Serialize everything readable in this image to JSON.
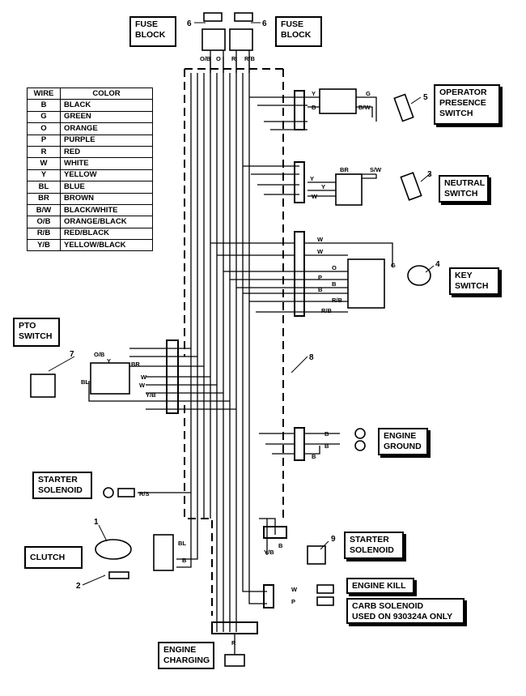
{
  "legend": {
    "headers": [
      "WIRE",
      "COLOR"
    ],
    "rows": [
      [
        "B",
        "BLACK"
      ],
      [
        "G",
        "GREEN"
      ],
      [
        "O",
        "ORANGE"
      ],
      [
        "P",
        "PURPLE"
      ],
      [
        "R",
        "RED"
      ],
      [
        "W",
        "WHITE"
      ],
      [
        "Y",
        "YELLOW"
      ],
      [
        "BL",
        "BLUE"
      ],
      [
        "BR",
        "BROWN"
      ],
      [
        "B/W",
        "BLACK/WHITE"
      ],
      [
        "O/B",
        "ORANGE/BLACK"
      ],
      [
        "R/B",
        "RED/BLACK"
      ],
      [
        "Y/B",
        "YELLOW/BLACK"
      ]
    ]
  },
  "components": {
    "fuse_block_left": "FUSE\nBLOCK",
    "fuse_block_right": "FUSE\nBLOCK",
    "operator_presence_switch": "OPERATOR\nPRESENCE\nSWITCH",
    "neutral_switch": "NEUTRAL\nSWITCH",
    "key_switch": "KEY\nSWITCH",
    "pto_switch": "PTO\nSWITCH",
    "engine_ground": "ENGINE\nGROUND",
    "starter_solenoid_left": "STARTER\nSOLENOID",
    "starter_solenoid_right": "STARTER\nSOLENOID",
    "clutch": "CLUTCH",
    "engine_kill": "ENGINE KILL",
    "carb_solenoid": "CARB SOLENOID\nUSED ON 930324A ONLY",
    "engine_charging": "ENGINE\nCHARGING"
  },
  "callouts": {
    "n1": "1",
    "n2": "2",
    "n3": "3",
    "n4": "4",
    "n5": "5",
    "n6a": "6",
    "n6b": "6",
    "n7": "7",
    "n8": "8",
    "n9": "9"
  },
  "wire_labels": {
    "fuse_ob": "O/B",
    "fuse_o": "O",
    "fuse_r": "R",
    "fuse_rb": "R/B",
    "ops_y": "Y",
    "ops_b": "B",
    "ops_g": "G",
    "ops_bw": "B/W",
    "neu_y1": "Y",
    "neu_y2": "Y",
    "neu_w": "W",
    "neu_br": "BR",
    "neu_sw": "S/W",
    "key_w1": "W",
    "key_w2": "W",
    "key_o": "O",
    "key_p": "P",
    "key_b1": "B",
    "key_b2": "B",
    "key_rb1": "R/B",
    "key_rb2": "R/B",
    "key_g": "G",
    "pto_ob": "O/B",
    "pto_y": "Y",
    "pto_br": "BR",
    "pto_w1": "W",
    "pto_w2": "W",
    "pto_yb": "Y/B",
    "pto_bl": "BL",
    "gnd_b1": "B",
    "gnd_b2": "B",
    "gnd_b3": "B",
    "ss_rb": "R/S",
    "cl_bl": "BL",
    "cl_b": "B",
    "yb": "Y/B",
    "b_sol": "B",
    "ek_w": "W",
    "carb_p": "P",
    "chg_r": "R"
  }
}
